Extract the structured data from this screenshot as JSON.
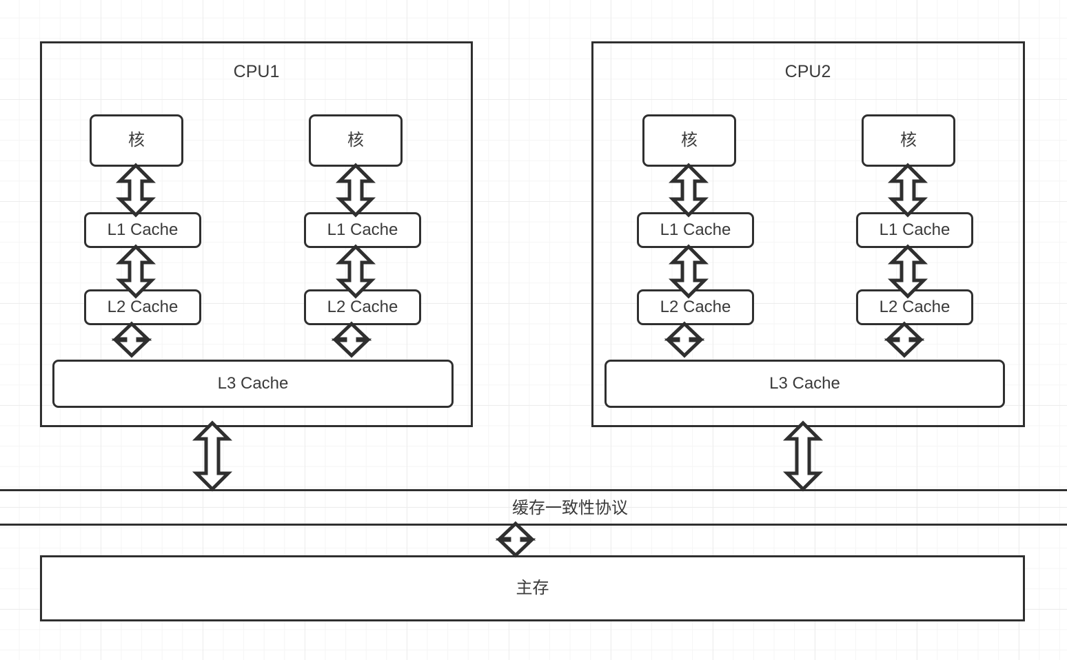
{
  "diagram": {
    "title_visible": false,
    "stroke_color": "#2f2f2f",
    "text_color": "#3a3a3a",
    "background_color": "#ffffff",
    "grid_color": "#ececec"
  },
  "cpus": [
    {
      "id": "cpu1",
      "label": "CPU1",
      "columns": [
        {
          "core": "核",
          "l1": "L1 Cache",
          "l2": "L2 Cache"
        },
        {
          "core": "核",
          "l1": "L1 Cache",
          "l2": "L2 Cache"
        }
      ],
      "l3": "L3 Cache"
    },
    {
      "id": "cpu2",
      "label": "CPU2",
      "columns": [
        {
          "core": "核",
          "l1": "L1 Cache",
          "l2": "L2 Cache"
        },
        {
          "core": "核",
          "l1": "L1 Cache",
          "l2": "L2 Cache"
        }
      ],
      "l3": "L3 Cache"
    }
  ],
  "bus": {
    "label": "缓存一致性协议"
  },
  "memory": {
    "label": "主存"
  },
  "connectors": [
    {
      "name": "cpu1-core1-to-l1",
      "kind": "double-arrow-vertical"
    },
    {
      "name": "cpu1-core2-to-l1",
      "kind": "double-arrow-vertical"
    },
    {
      "name": "cpu1-l1-to-l2-left",
      "kind": "double-arrow-vertical"
    },
    {
      "name": "cpu1-l1-to-l2-right",
      "kind": "double-arrow-vertical"
    },
    {
      "name": "cpu1-l2-to-l3-left",
      "kind": "double-arrow-squat"
    },
    {
      "name": "cpu1-l2-to-l3-right",
      "kind": "double-arrow-squat"
    },
    {
      "name": "cpu1-l3-to-bus",
      "kind": "double-arrow-tall"
    },
    {
      "name": "cpu2-core1-to-l1",
      "kind": "double-arrow-vertical"
    },
    {
      "name": "cpu2-core2-to-l1",
      "kind": "double-arrow-vertical"
    },
    {
      "name": "cpu2-l1-to-l2-left",
      "kind": "double-arrow-vertical"
    },
    {
      "name": "cpu2-l1-to-l2-right",
      "kind": "double-arrow-vertical"
    },
    {
      "name": "cpu2-l2-to-l3-left",
      "kind": "double-arrow-squat"
    },
    {
      "name": "cpu2-l2-to-l3-right",
      "kind": "double-arrow-squat"
    },
    {
      "name": "cpu2-l3-to-bus",
      "kind": "double-arrow-tall"
    },
    {
      "name": "bus-to-memory",
      "kind": "double-arrow-squat"
    }
  ]
}
